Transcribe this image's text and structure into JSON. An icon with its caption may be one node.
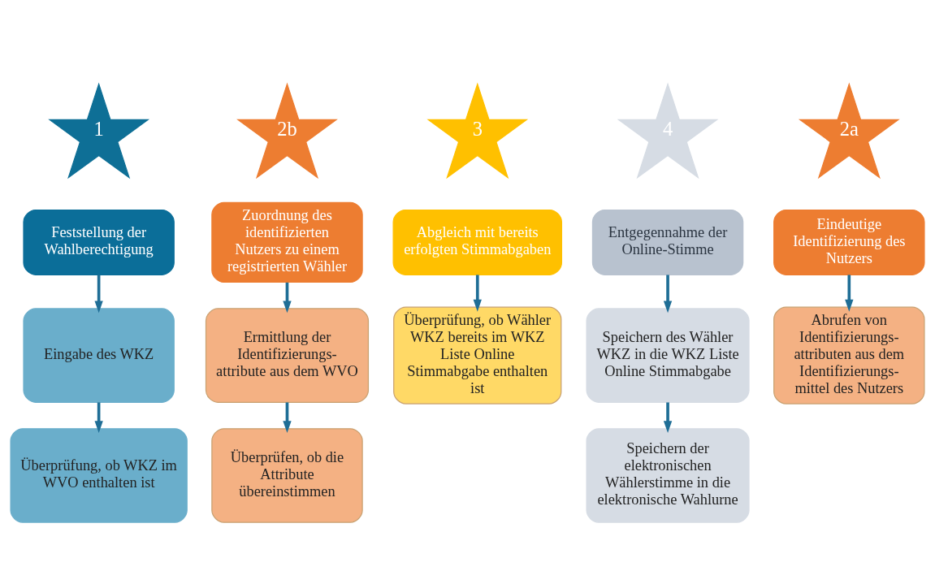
{
  "diagram": {
    "nodes": [
      {
        "text": [
          "1"
        ]
      },
      {
        "text": [
          "Feststellung der Wahlberechtigung"
        ]
      },
      {
        "text": [
          "Eingabe des WKZ"
        ]
      },
      {
        "text": [
          "Überprüfung, ob WKZ im WVO enthalten ist"
        ]
      },
      {
        "text": [
          "2a"
        ]
      },
      {
        "text": [
          "Eindeutige Identifizierung des Nutzers"
        ]
      },
      {
        "text": [
          "Abrufen von Identifizierungs- attributen aus dem Identifizierungs- mittel des Nutzers"
        ]
      },
      {
        "text": [
          "2b"
        ]
      },
      {
        "text": [
          "Zuordnung des identifizierten Nutzers zu einem registrierten Wähler"
        ]
      },
      {
        "text": [
          "Ermittlung der Identifizierungs- attribute aus dem WVO"
        ]
      },
      {
        "text": [
          "Überprüfen, ob die Attribute übereinstimmen"
        ]
      },
      {
        "text": [
          "3"
        ]
      },
      {
        "text": [
          "Abgleich mit bereits erfolgten Stimmabgaben"
        ]
      },
      {
        "text": [
          "Überprüfung, ob Wähler WKZ bereits im WKZ Liste Online Stimmabgabe enthalten ist"
        ]
      },
      {
        "text": [
          "4"
        ]
      },
      {
        "text": [
          "Entgegennahme der Online-Stimme"
        ]
      },
      {
        "text": [
          "Speichern des Wähler WKZ in die WKZ Liste Online Stimmabgabe"
        ]
      },
      {
        "text": [
          "Speichern der elektronischen Wählerstimme in die elektronische Wahlurne"
        ]
      }
    ],
    "edges": [
      {
        "from": 1,
        "to": 2,
        "arrow": "to"
      },
      {
        "from": 2,
        "to": 3,
        "arrow": "to"
      },
      {
        "from": 5,
        "to": 6,
        "arrow": "to"
      },
      {
        "from": 8,
        "to": 9,
        "arrow": "to"
      },
      {
        "from": 9,
        "to": 10,
        "arrow": "to"
      },
      {
        "from": 12,
        "to": 13,
        "arrow": "to"
      },
      {
        "from": 15,
        "to": 16,
        "arrow": "to"
      },
      {
        "from": 16,
        "to": 17,
        "arrow": "to"
      }
    ]
  }
}
